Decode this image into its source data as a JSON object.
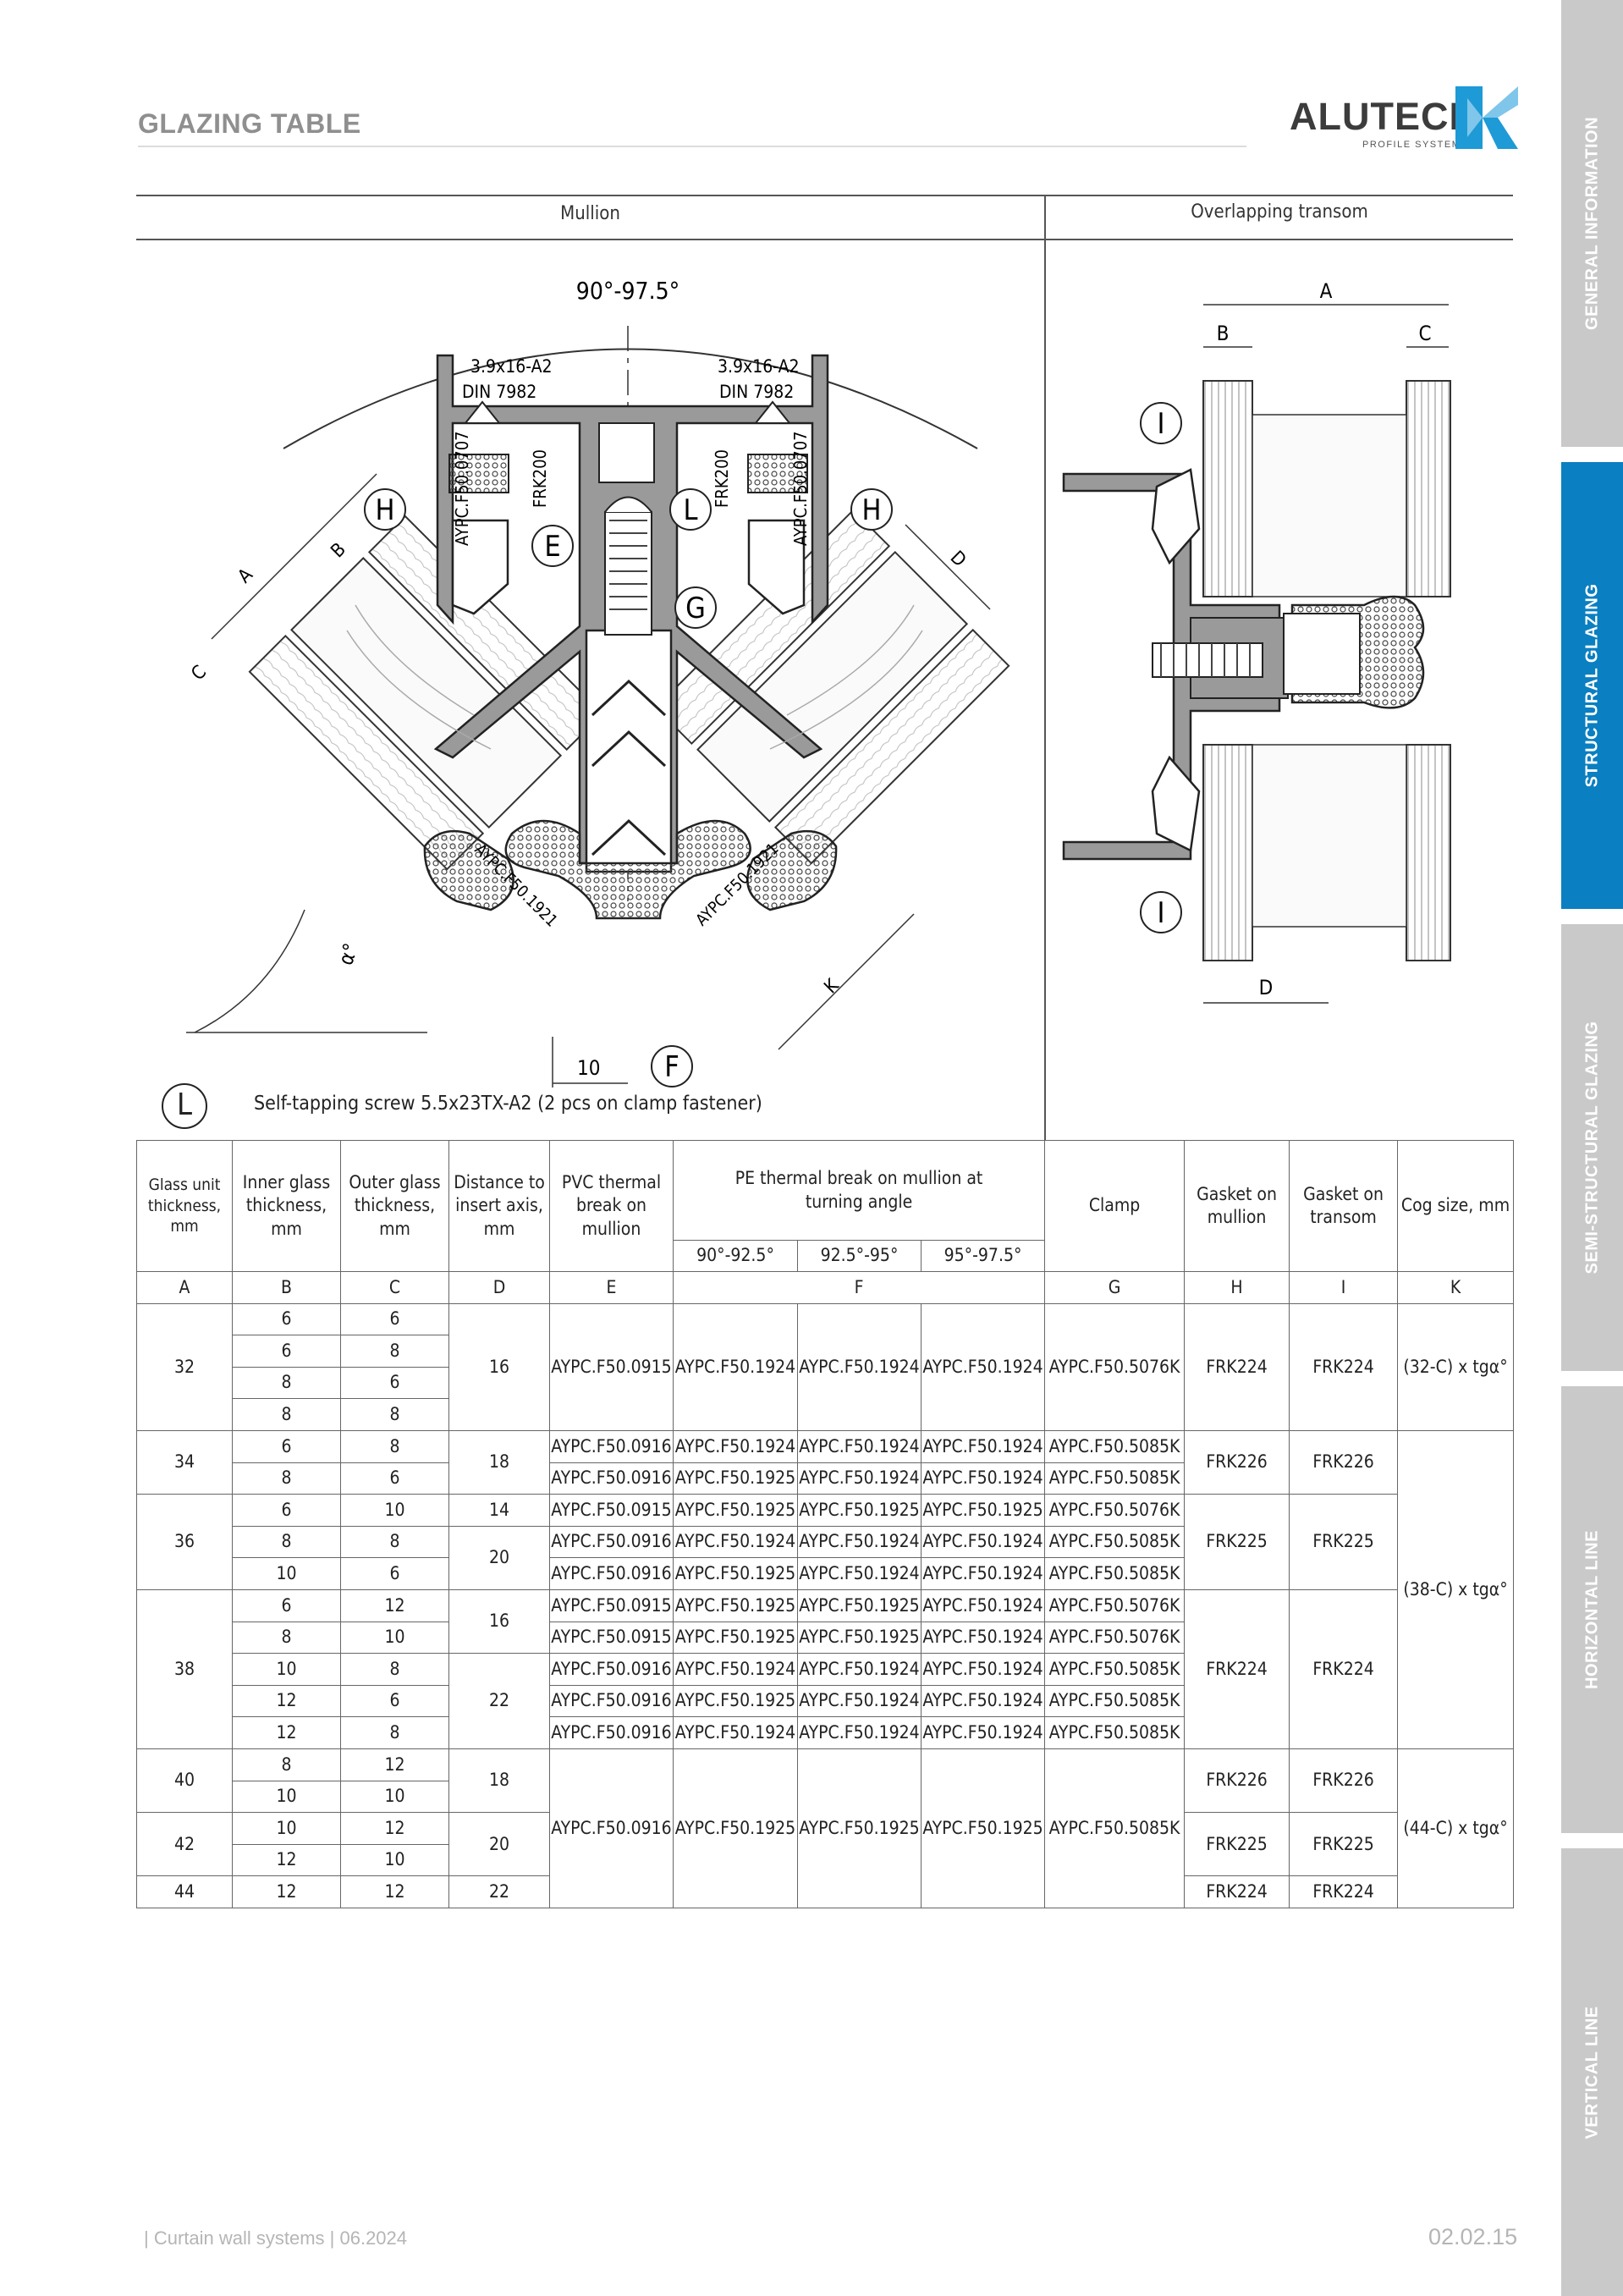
{
  "header": {
    "title": "GLAZING TABLE"
  },
  "logo": {
    "name": "ALUTECH",
    "sub": "PROFILE SYSTEMS"
  },
  "side_tabs": [
    {
      "label": "GENERAL INFORMATION",
      "active": false
    },
    {
      "label": "STRUCTURAL GLAZING",
      "active": true
    },
    {
      "label": "SEMI-STRUCTURAL GLAZING",
      "active": false
    },
    {
      "label": "HORIZONTAL LINE",
      "active": false
    },
    {
      "label": "VERTICAL LINE",
      "active": false
    }
  ],
  "sections": {
    "mullion": "Mullion",
    "transom": "Overlapping transom"
  },
  "drawing": {
    "angle_range": "90°-97.5°",
    "screw_spec_1": "3.9x16-A2",
    "screw_spec_2": "DIN 7982",
    "gasket_name": "FRK200",
    "profile_0707": "AYPC.F50.0707",
    "profile_1921": "AYPC.F50.1921",
    "dimension_10": "10",
    "alpha": "α°",
    "labels": {
      "A": "A",
      "B": "B",
      "C": "C",
      "D": "D",
      "E": "E",
      "F": "F",
      "G": "G",
      "H": "H",
      "I": "I",
      "K": "K",
      "L": "L"
    }
  },
  "legend": {
    "marker": "L",
    "text": "Self-tapping screw 5.5x23TX-A2 (2 pcs on clamp fastener)"
  },
  "table": {
    "headers": {
      "glass_unit": "Glass unit thickness, mm",
      "inner_glass": "Inner glass thickness, mm",
      "outer_glass": "Outer glass thickness, mm",
      "distance": "Distance to insert axis, mm",
      "pvc": "PVC thermal break on mullion",
      "pe": "PE thermal break on mullion at turning angle",
      "angle1": "90°-92.5°",
      "angle2": "92.5°-95°",
      "angle3": "95°-97.5°",
      "clamp": "Clamp",
      "gasket_mullion": "Gasket on mullion",
      "gasket_transom": "Gasket on transom",
      "cog": "Cog size, mm"
    },
    "letters": {
      "A": "A",
      "B": "B",
      "C": "C",
      "D": "D",
      "E": "E",
      "F": "F",
      "G": "G",
      "H": "H",
      "I": "I",
      "K": "K"
    },
    "group32": {
      "A": "32",
      "D": "16",
      "E": "AYPC.F50.0915",
      "F1": "AYPC.F50.1924",
      "F2": "AYPC.F50.1924",
      "F3": "AYPC.F50.1924",
      "G": "AYPC.F50.5076K",
      "H": "FRK224",
      "I": "FRK224",
      "K": "(32-C) x tgα°",
      "rows": [
        {
          "B": "6",
          "C": "6"
        },
        {
          "B": "6",
          "C": "8"
        },
        {
          "B": "8",
          "C": "6"
        },
        {
          "B": "8",
          "C": "8"
        }
      ]
    },
    "group34": {
      "A": "34",
      "D": "18",
      "H": "FRK226",
      "I": "FRK226",
      "rows": [
        {
          "B": "6",
          "C": "8",
          "E": "AYPC.F50.0916",
          "F1": "AYPC.F50.1924",
          "F2": "AYPC.F50.1924",
          "F3": "AYPC.F50.1924",
          "G": "AYPC.F50.5085K"
        },
        {
          "B": "8",
          "C": "6",
          "E": "AYPC.F50.0916",
          "F1": "AYPC.F50.1925",
          "F2": "AYPC.F50.1924",
          "F3": "AYPC.F50.1924",
          "G": "AYPC.F50.5085K"
        }
      ]
    },
    "group36": {
      "A": "36",
      "D1": "14",
      "D2": "20",
      "H": "FRK225",
      "I": "FRK225",
      "rows": [
        {
          "B": "6",
          "C": "10",
          "E": "AYPC.F50.0915",
          "F1": "AYPC.F50.1925",
          "F2": "AYPC.F50.1925",
          "F3": "AYPC.F50.1925",
          "G": "AYPC.F50.5076K"
        },
        {
          "B": "8",
          "C": "8",
          "E": "AYPC.F50.0916",
          "F1": "AYPC.F50.1924",
          "F2": "AYPC.F50.1924",
          "F3": "AYPC.F50.1924",
          "G": "AYPC.F50.5085K"
        },
        {
          "B": "10",
          "C": "6",
          "E": "AYPC.F50.0916",
          "F1": "AYPC.F50.1925",
          "F2": "AYPC.F50.1924",
          "F3": "AYPC.F50.1924",
          "G": "AYPC.F50.5085K"
        }
      ]
    },
    "group38": {
      "A": "38",
      "D1": "16",
      "D2": "22",
      "H": "FRK224",
      "I": "FRK224",
      "rows": [
        {
          "B": "6",
          "C": "12",
          "E": "AYPC.F50.0915",
          "F1": "AYPC.F50.1925",
          "F2": "AYPC.F50.1925",
          "F3": "AYPC.F50.1924",
          "G": "AYPC.F50.5076K"
        },
        {
          "B": "8",
          "C": "10",
          "E": "AYPC.F50.0915",
          "F1": "AYPC.F50.1925",
          "F2": "AYPC.F50.1925",
          "F3": "AYPC.F50.1924",
          "G": "AYPC.F50.5076K"
        },
        {
          "B": "10",
          "C": "8",
          "E": "AYPC.F50.0916",
          "F1": "AYPC.F50.1924",
          "F2": "AYPC.F50.1924",
          "F3": "AYPC.F50.1924",
          "G": "AYPC.F50.5085K"
        },
        {
          "B": "12",
          "C": "6",
          "E": "AYPC.F50.0916",
          "F1": "AYPC.F50.1925",
          "F2": "AYPC.F50.1924",
          "F3": "AYPC.F50.1924",
          "G": "AYPC.F50.5085K"
        },
        {
          "B": "12",
          "C": "8",
          "E": "AYPC.F50.0916",
          "F1": "AYPC.F50.1924",
          "F2": "AYPC.F50.1924",
          "F3": "AYPC.F50.1924",
          "G": "AYPC.F50.5085K"
        }
      ]
    },
    "cog_38": "(38-C) x tgα°",
    "tail": {
      "E": "AYPC.F50.0916",
      "F1": "AYPC.F50.1925",
      "F2": "AYPC.F50.1925",
      "F3": "AYPC.F50.1925",
      "G": "AYPC.F50.5085K",
      "K": "(44-C) x tgα°",
      "g40": {
        "A": "40",
        "D": "18",
        "H": "FRK226",
        "I": "FRK226",
        "rows": [
          {
            "B": "8",
            "C": "12"
          },
          {
            "B": "10",
            "C": "10"
          }
        ]
      },
      "g42": {
        "A": "42",
        "D": "20",
        "H": "FRK225",
        "I": "FRK225",
        "rows": [
          {
            "B": "10",
            "C": "12"
          },
          {
            "B": "12",
            "C": "10"
          }
        ]
      },
      "g44": {
        "A": "44",
        "B": "12",
        "C": "12",
        "D": "22",
        "H": "FRK224",
        "I": "FRK224"
      }
    }
  },
  "footer": {
    "left": "| Curtain wall systems | 06.2024",
    "page": "02.02.15"
  },
  "colors": {
    "accent": "#0a7fc1",
    "tab_gray": "#c9c9c9",
    "logo_blue": "#1e9ad6",
    "logo_light": "#7fc6ea",
    "profile_gray": "#9a9a9a"
  }
}
